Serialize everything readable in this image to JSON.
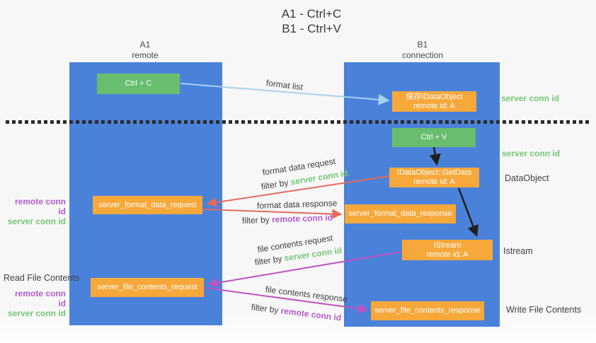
{
  "title": {
    "line1": "A1 - Ctrl+C",
    "line2": "B1 - Ctrl+V"
  },
  "columns": {
    "left": {
      "name": "A1",
      "role": "remote"
    },
    "right": {
      "name": "B1",
      "role": "connection"
    }
  },
  "nodes": {
    "ctrl_c": "Ctrl + C",
    "ctrl_v": "Ctrl + V",
    "save_idataobject": "保存IDataObject",
    "save_idataobject_sub": "remote id: A",
    "getdata": "IDataObject::GetData",
    "getdata_sub": "remote id: A",
    "istream": "IStream",
    "istream_sub": "remote id: A",
    "server_format_data_request": "server_format_data_request",
    "server_format_data_response": "server_format_data_response",
    "server_file_contents_request": "server_file_contents_request",
    "server_file_contents_response": "server_file_contents_response"
  },
  "edge_labels": {
    "format_list": "format list",
    "format_data_request": "format data request",
    "format_data_response": "format data response",
    "file_contents_request": "file contents request",
    "file_contents_response": "file contents response",
    "filter_by": "filter by"
  },
  "conn_ids": {
    "server": "server conn id",
    "remote": "remote conn id"
  },
  "annotations": {
    "dataobject": "DataObject",
    "istream": "Istream",
    "read_file_contents": "Read File Contents",
    "write_file_contents": "Write File Contents"
  },
  "colors": {
    "column_blue": "#4a82da",
    "node_green": "#68be6e",
    "node_orange": "#f6a83b",
    "conn_id_green": "#75c675",
    "conn_id_purple": "#b25cc8",
    "arrow_red": "#e8695c",
    "arrow_magenta": "#bf53c0",
    "arrow_light_blue": "#a6d2ee",
    "arrow_black": "#1f1f1f"
  }
}
